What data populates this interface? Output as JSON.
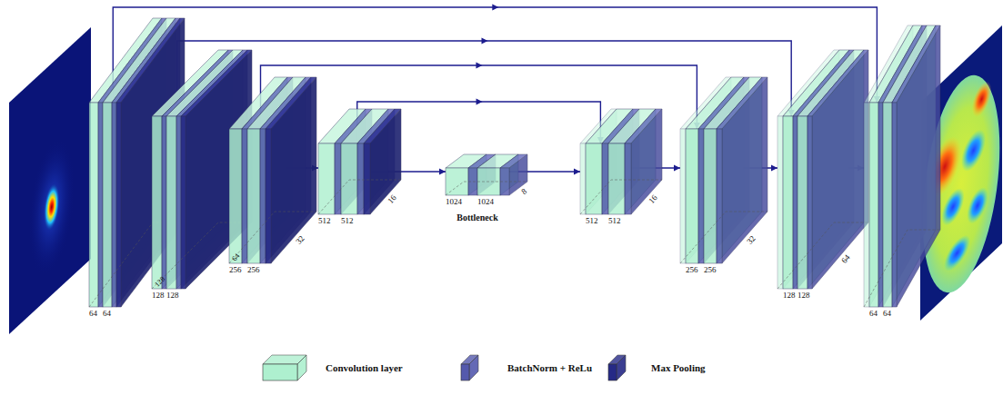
{
  "diagram": {
    "nodes": [
      {
        "text": [
          "64",
          "64"
        ]
      },
      {
        "text": [
          "128",
          "128",
          "128"
        ]
      },
      {
        "text": [
          "64",
          "256",
          "256",
          "32"
        ]
      },
      {
        "text": [
          "512",
          "512",
          "16"
        ]
      },
      {
        "text": [
          "1024",
          "1024",
          "8",
          "Bottleneck"
        ]
      },
      {
        "text": [
          "512",
          "512",
          "16"
        ]
      },
      {
        "text": [
          "256",
          "256",
          "32"
        ]
      },
      {
        "text": [
          "128",
          "128",
          "64"
        ]
      },
      {
        "text": [
          "64",
          "64"
        ]
      }
    ],
    "edges": [
      {
        "from": 0,
        "to": 1,
        "arrow": "to"
      },
      {
        "from": 1,
        "to": 2,
        "arrow": "to"
      },
      {
        "from": 2,
        "to": 3,
        "arrow": "to"
      },
      {
        "from": 3,
        "to": 4,
        "arrow": "to"
      },
      {
        "from": 4,
        "to": 5,
        "arrow": "to"
      },
      {
        "from": 5,
        "to": 6,
        "arrow": "to"
      },
      {
        "from": 6,
        "to": 7,
        "arrow": "to"
      },
      {
        "from": 7,
        "to": 8,
        "arrow": "to"
      },
      {
        "from": 0,
        "to": 8,
        "arrow": "to"
      },
      {
        "from": 1,
        "to": 7,
        "arrow": "to"
      },
      {
        "from": 2,
        "to": 6,
        "arrow": "to"
      },
      {
        "from": 3,
        "to": 5,
        "arrow": "to"
      }
    ],
    "legend": [
      {
        "text": "Convolution layer",
        "color": "#aef0cf"
      },
      {
        "text": "BatchNorm + ReLu",
        "color": "#5459ad"
      },
      {
        "text": "Max Pooling",
        "color": "#262a86"
      }
    ]
  }
}
